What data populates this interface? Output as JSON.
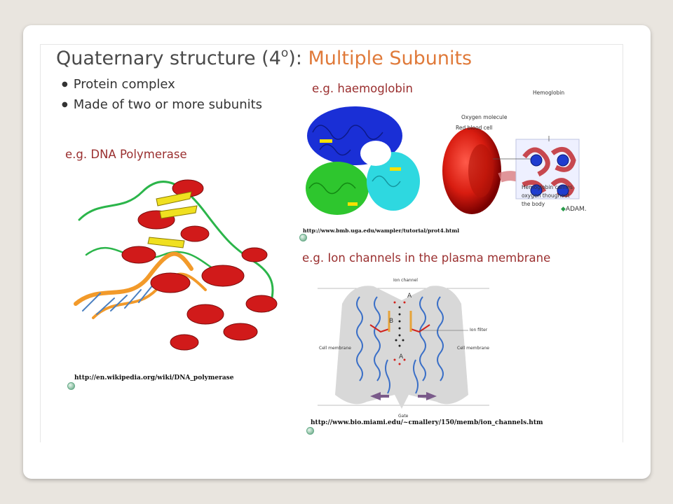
{
  "slide": {
    "title_main": "Quaternary structure (4",
    "title_sup": "o",
    "title_sep": "): ",
    "title_accent": "Multiple Subunits",
    "bullets": [
      "Protein complex",
      "Made of two or more subunits"
    ]
  },
  "examples": {
    "dna": {
      "label": "e.g. DNA Polymerase",
      "url": "http://en.wikipedia.org/wiki/DNA_polymerase"
    },
    "hb": {
      "label": "e.g. haemoglobin",
      "url": "http://www.bmb.uga.edu/wampler/tutorial/prot4.html"
    },
    "ion": {
      "label": "e.g. Ion channels in the plasma membrane",
      "url": "http://www.bio.miami.edu/~cmallery/150/memb/ion_channels.htm"
    }
  },
  "hb_diagram": {
    "hemoglobin": "Hemoglobin",
    "oxygen": "Oxygen molecule",
    "rbc": "Red blood cell",
    "carries_1": "Hemoglobin carries",
    "carries_2": "oxygen thoughout",
    "carries_3": "the body",
    "brand": "ADAM."
  },
  "ion_diagram": {
    "ion_channel": "Ion channel",
    "ion_filter": "Ion filter",
    "cell_membrane_left": "Cell membrane",
    "cell_membrane_right": "Cell membrane",
    "gate": "Gate",
    "a_top": "A",
    "b": "B",
    "a_bottom": "A"
  },
  "colors": {
    "title": "#4a4a4a",
    "accent": "#e07a3a",
    "example_label": "#9a2f2f",
    "background": "#e9e5df"
  }
}
